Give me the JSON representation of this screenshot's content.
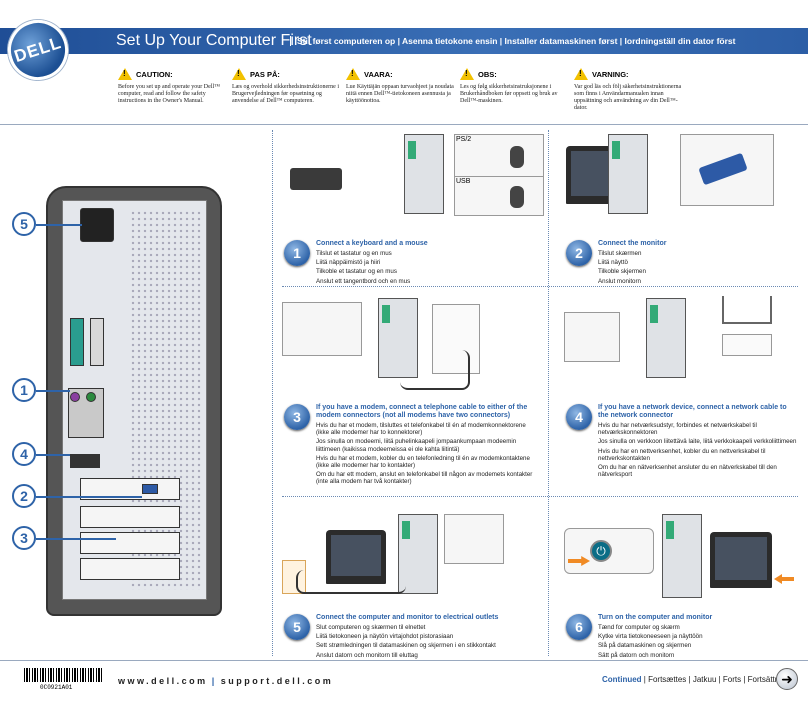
{
  "header": {
    "logo": "DELL",
    "title": "Set Up Your Computer First",
    "subtitle": "Stil først computeren op | Asenna tietokone ensin | Installer datamaskinen først | Iordningställ din dator först"
  },
  "cautions": [
    {
      "label": "CAUTION:",
      "text": "Before you set up and operate your Dell™ computer, read and follow the safety instructions in the Owner's Manual."
    },
    {
      "label": "PAS PÅ:",
      "text": "Læs og overhold sikkerhedsinstruktionerne i Brugervejledningen før opsætning og anvendelse af Dell™ computeren."
    },
    {
      "label": "VAARA:",
      "text": "Lue Käyttäjän oppaan turvaohjeet ja noudata niitä ennen Dell™-tietokoneen asennusta ja käyttöönottoa."
    },
    {
      "label": "OBS:",
      "text": "Les og følg sikkerhetsinstruksjonene i Brukerhåndboken før oppsett og bruk av Dell™-maskinen."
    },
    {
      "label": "VARNING:",
      "text": "Var god läs och följ säkerhetsinstruktionerna som finns i Användarmanualen innan uppsättning och användning av din Dell™-dator."
    }
  ],
  "callouts": [
    "5",
    "1",
    "4",
    "2",
    "3"
  ],
  "diagram_labels": {
    "ps2": "PS/2",
    "usb": "USB"
  },
  "steps": [
    {
      "num": "1",
      "lines": [
        "Connect a keyboard and a mouse",
        "Tilslut et tastatur og en mus",
        "Liitä näppäimistö ja hiiri",
        "Tilkoble et tastatur og en mus",
        "Anslut ett tangentbord och en mus"
      ]
    },
    {
      "num": "2",
      "lines": [
        "Connect the monitor",
        "Tilslut skærmen",
        "Liitä näyttö",
        "Tilkoble skjermen",
        "Anslut monitorn"
      ]
    },
    {
      "num": "3",
      "lines": [
        "If you have a modem, connect a telephone cable to either of the modem connectors (not all modems have two connectors)",
        "Hvis du har et modem, tilsluttes et telefonkabel til én af modemkonnektorene (ikke alle modemer har to konnektorer)",
        "Jos sinulla on modeemi, liitä puhelinkaapeli jompaankumpaan modeemin liittimeen (kaikissa modeemeissa ei ole kahta liitintä)",
        "Hvis du har et modem, kobler du en telefonledning til én av modemkontaktene (ikke alle modemer har to kontakter)",
        "Om du har ett modem, anslut en telefonkabel till någon av modemets kontakter (inte alla modem har två kontakter)"
      ]
    },
    {
      "num": "4",
      "lines": [
        "If you have a network device, connect a network cable to the network connector",
        "Hvis du har netværksudstyr, forbindes et netværkskabel til netværkskonnektoren",
        "Jos sinulla on verkkoon liitettävä laite, liitä verkkokaapeli verkkoliittimeen",
        "Hvis du har en nettverksenhet, kobler du en nettverkskabel til nettverkskontakten",
        "Om du har en nätverksenhet ansluter du en nätverkskabel till den nätverksport"
      ]
    },
    {
      "num": "5",
      "lines": [
        "Connect the computer and monitor to electrical outlets",
        "Slut computeren og skærmen til elnettet",
        "Liitä tietokoneen ja näytön virtajohdot pistorasiaan",
        "Sett strømledningen til datamaskinen og skjermen i en stikkontakt",
        "Anslut datorn och monitorn till eluttag"
      ]
    },
    {
      "num": "6",
      "lines": [
        "Turn on the computer and monitor",
        "Tænd for computer og skærm",
        "Kytke virta tietokoneeseen ja näyttöön",
        "Slå på datamaskinen og skjermen",
        "Sätt på datorn och monitorn"
      ]
    }
  ],
  "footer": {
    "barcode": "0C0921A01",
    "web1": "www.dell.com",
    "web2": "support.dell.com",
    "continued_label": "Continued",
    "continued_rest": " | Fortsættes | Jatkuu | Forts | Fortsättning"
  }
}
